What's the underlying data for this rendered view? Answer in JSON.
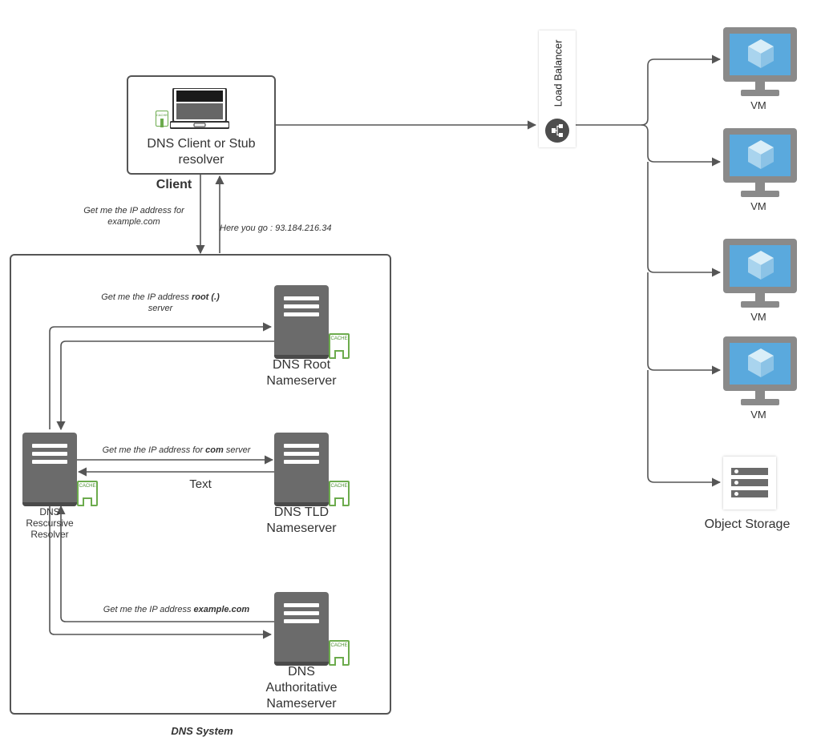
{
  "client": {
    "node_label": "DNS Client or Stub resolver",
    "caption": "Client",
    "cache_text": "CACHE"
  },
  "messages": {
    "client_request": "Get me the IP address for example.com",
    "client_response": "Here you go : 93.184.216.34",
    "root_request_prefix": "Get me the IP address ",
    "root_request_bold": "root (.)",
    "root_request_suffix": "server",
    "com_request_prefix": "Get me the IP address for ",
    "com_request_bold": "com",
    "com_request_suffix": " server",
    "tld_return": "Text",
    "auth_request_prefix": "Get me the IP address ",
    "auth_request_bold": "example.com"
  },
  "dns_system": {
    "caption": "DNS System",
    "cache_text": "CACHE",
    "resolver_label": "DNS Rescursive Resolver",
    "root_label": "DNS Root Nameserver",
    "tld_label": "DNS TLD Nameserver",
    "auth_label": "DNS Authoritative Nameserver"
  },
  "load_balancer": {
    "label": "Load Balancer"
  },
  "vms": [
    {
      "label": "VM"
    },
    {
      "label": "VM"
    },
    {
      "label": "VM"
    },
    {
      "label": "VM"
    }
  ],
  "object_storage": {
    "label": "Object Storage"
  },
  "colors": {
    "line": "#555555",
    "server": "#6b6b6b",
    "cache": "#6cab4d",
    "vm_screen": "#5aa9dd",
    "vm_frame": "#8a8a8a"
  },
  "icons": [
    "laptop-icon",
    "server-icon",
    "cache-icon",
    "monitor-icon",
    "load-balancer-icon",
    "storage-icon"
  ]
}
